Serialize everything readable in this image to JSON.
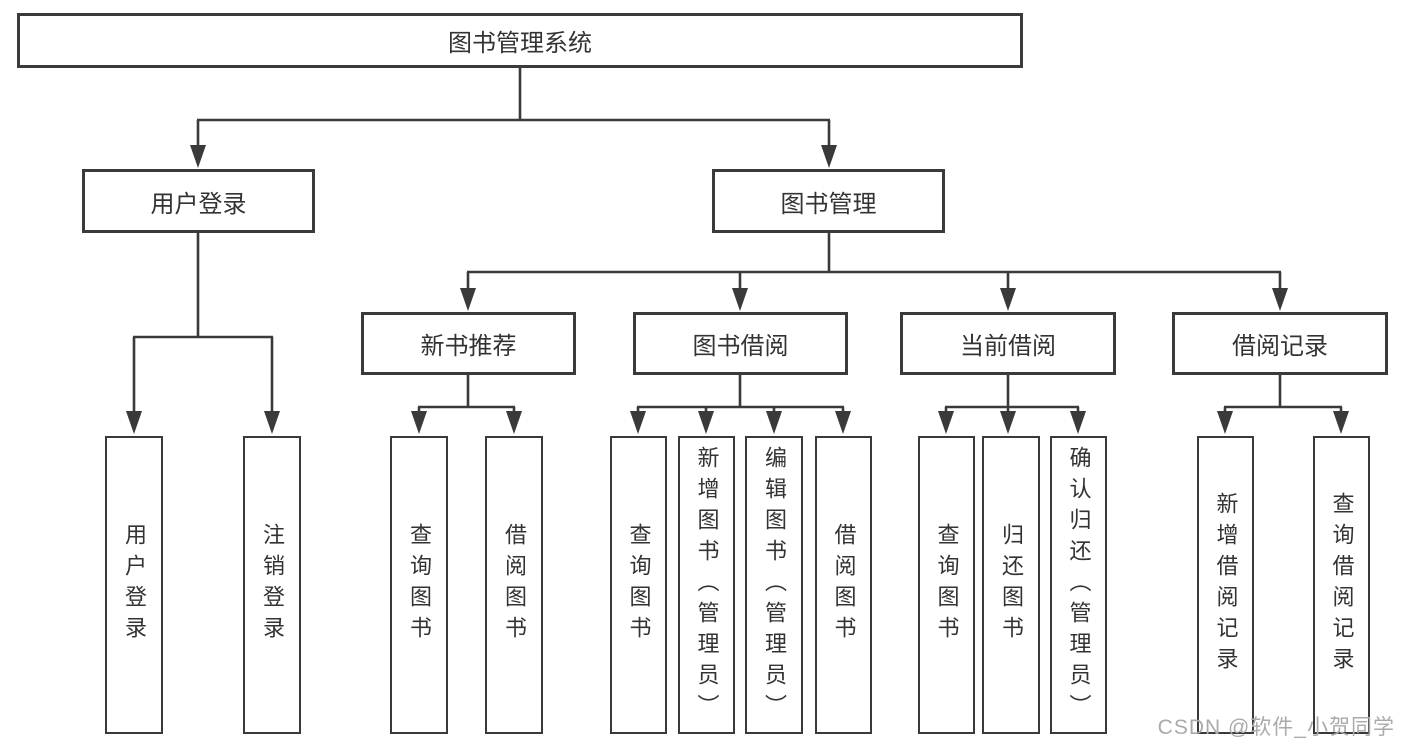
{
  "theme": {
    "background": "#ffffff",
    "line_color": "#3a3a3a",
    "box_border_color": "#3a3a3a",
    "text_color": "#333333",
    "watermark_color": "#aaaaaa"
  },
  "diagram": {
    "type": "hierarchy-tree",
    "root": {
      "label": "图书管理系统"
    },
    "level2": [
      {
        "label": "用户登录"
      },
      {
        "label": "图书管理"
      }
    ],
    "level3": [
      {
        "label": "新书推荐",
        "parent": "图书管理"
      },
      {
        "label": "图书借阅",
        "parent": "图书管理"
      },
      {
        "label": "当前借阅",
        "parent": "图书管理"
      },
      {
        "label": "借阅记录",
        "parent": "图书管理"
      }
    ],
    "leaves": [
      {
        "label": "用户登录",
        "parent": "用户登录"
      },
      {
        "label": "注销登录",
        "parent": "用户登录"
      },
      {
        "label": "查询图书",
        "parent": "新书推荐"
      },
      {
        "label": "借阅图书",
        "parent": "新书推荐"
      },
      {
        "label": "查询图书",
        "parent": "图书借阅"
      },
      {
        "label": "新增图书（管理员）",
        "parent": "图书借阅"
      },
      {
        "label": "编辑图书（管理员）",
        "parent": "图书借阅"
      },
      {
        "label": "借阅图书",
        "parent": "图书借阅"
      },
      {
        "label": "查询图书",
        "parent": "当前借阅"
      },
      {
        "label": "归还图书",
        "parent": "当前借阅"
      },
      {
        "label": "确认归还（管理员）",
        "parent": "当前借阅"
      },
      {
        "label": "新增借阅记录",
        "parent": "借阅记录"
      },
      {
        "label": "查询借阅记录",
        "parent": "借阅记录"
      }
    ]
  },
  "watermark": {
    "text": "CSDN @软件_小贺同学"
  }
}
